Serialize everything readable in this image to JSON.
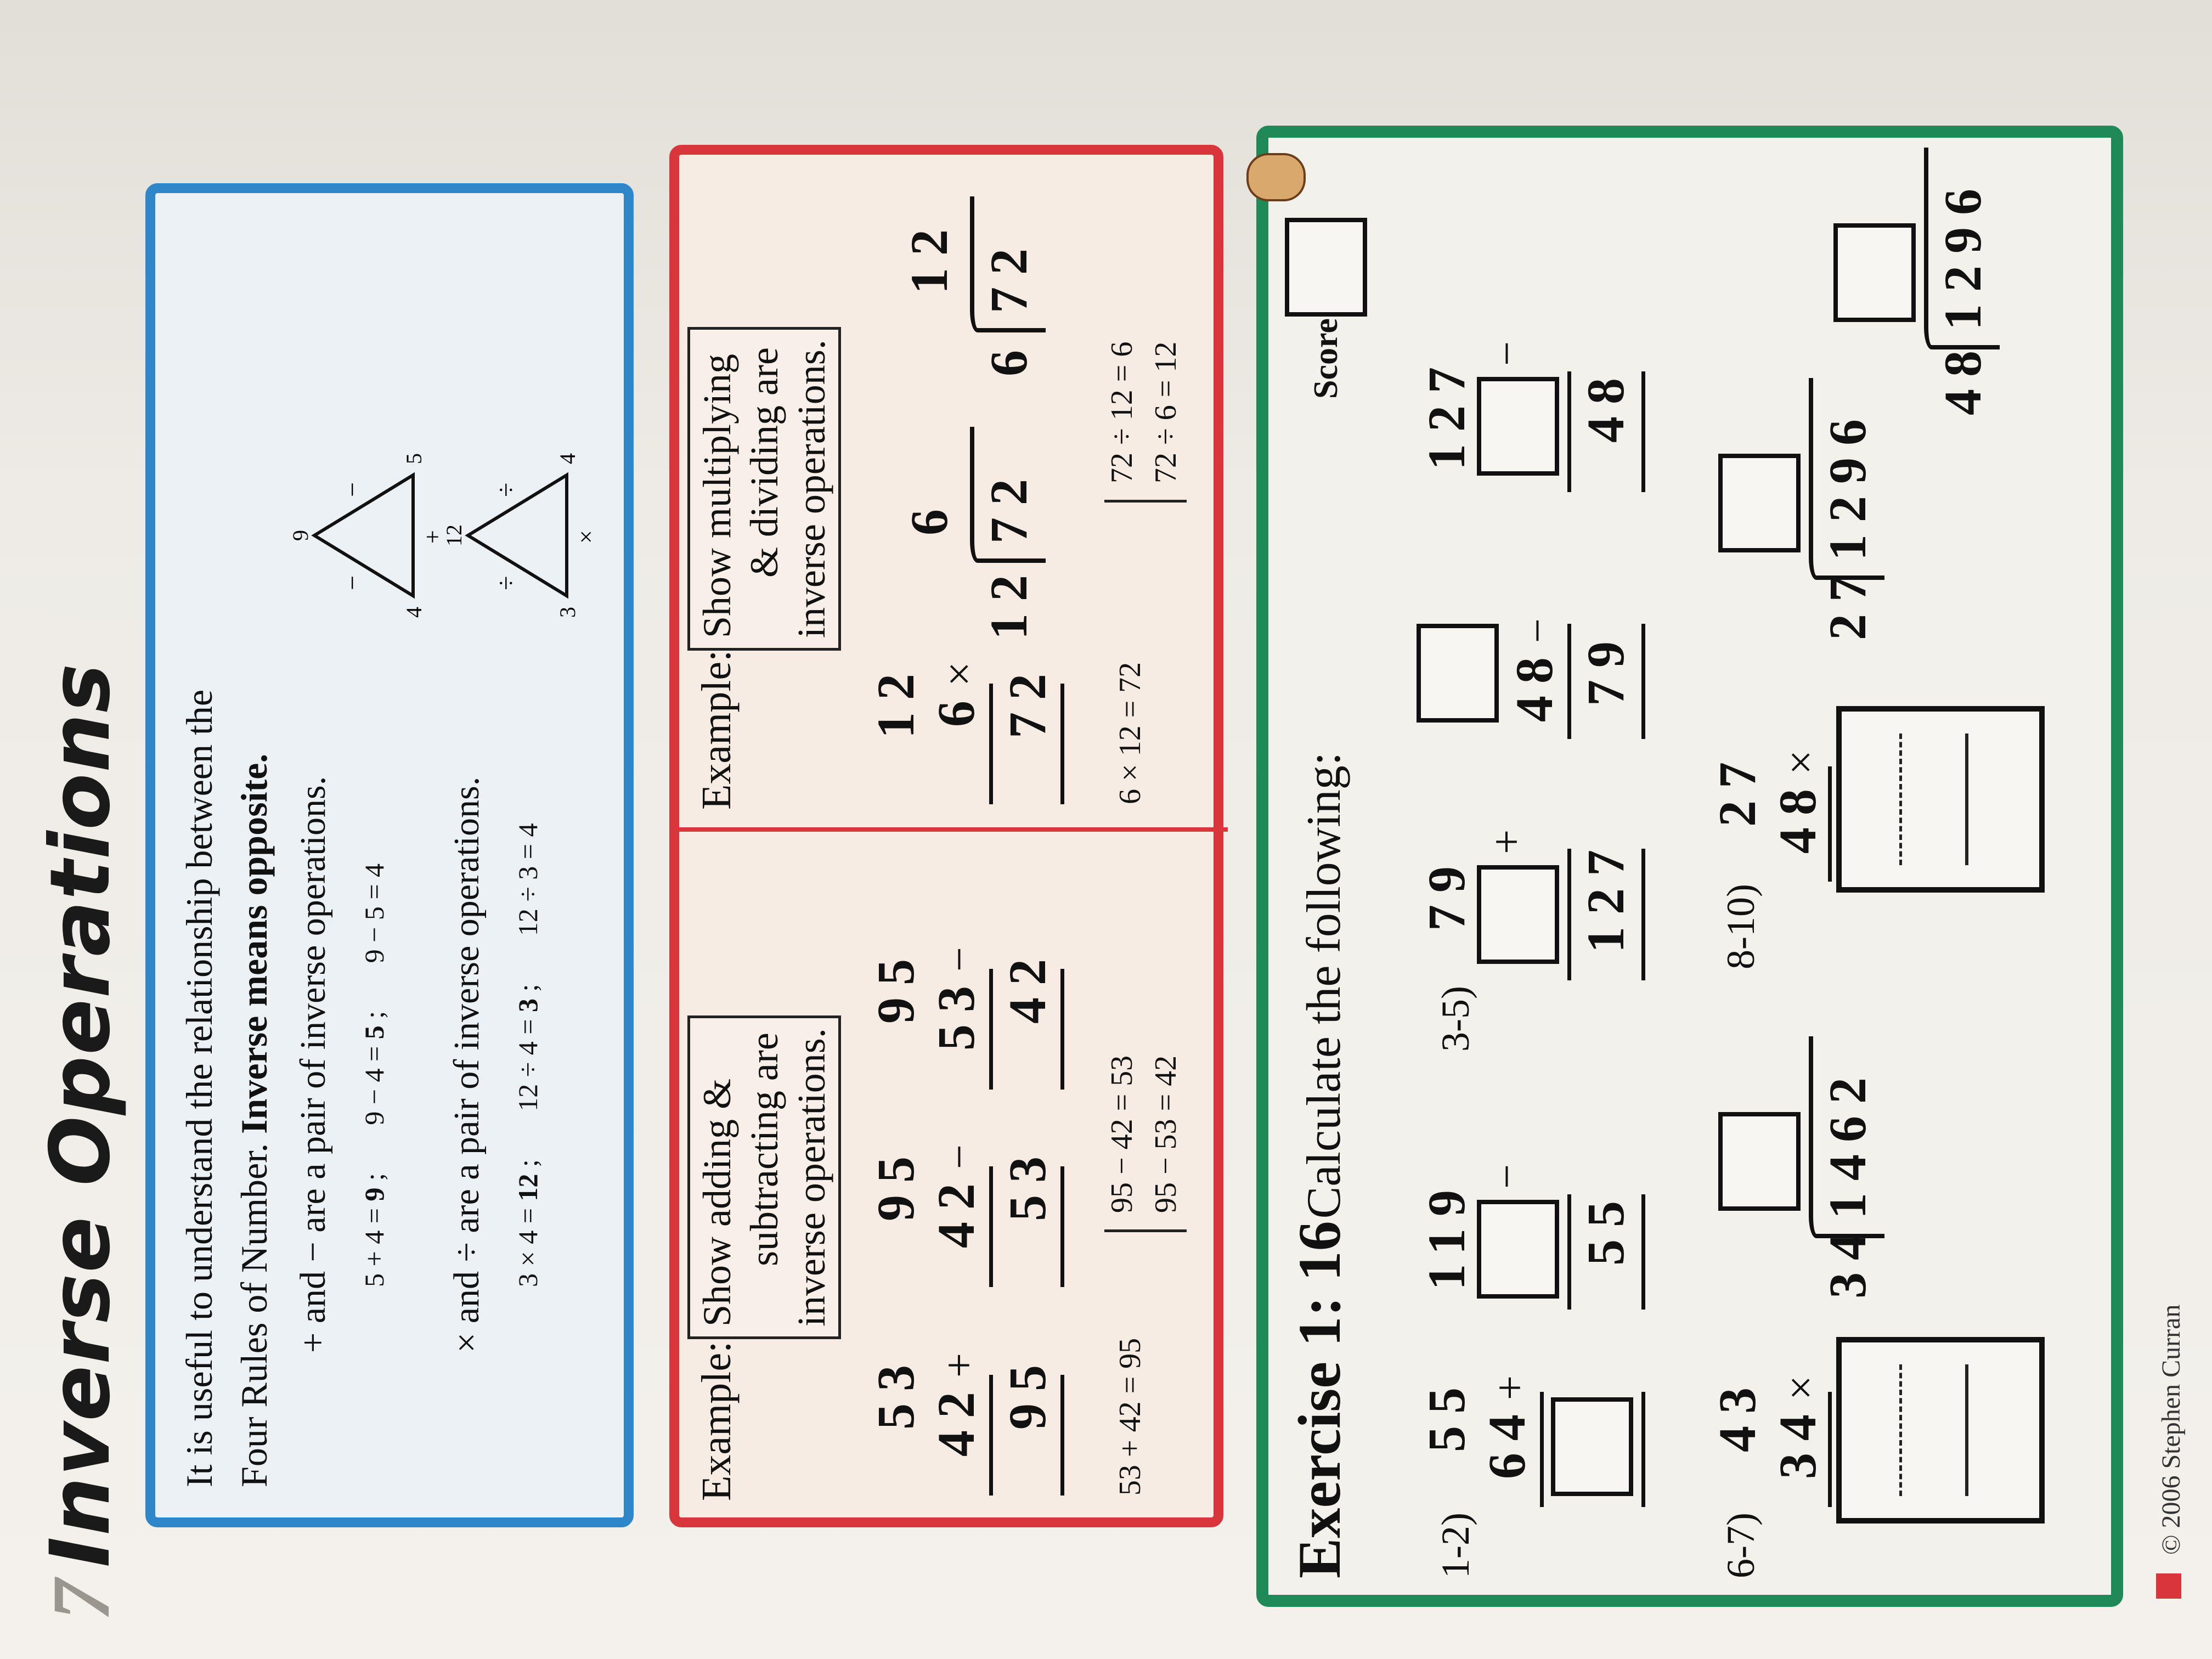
{
  "title": {
    "number": "7",
    "text": "Inverse Operations"
  },
  "intro": {
    "line1": "It is useful to understand the relationship between the",
    "line2_plain": "Four Rules of Number.",
    "line2_bold": "Inverse means opposite."
  },
  "add_sub": {
    "rule": "+ and − are a pair of inverse operations.",
    "eq1_plain": "5 + 4 =",
    "eq1_bold": "9",
    "sep1": ";",
    "eq2_plain": "9 − 4 =",
    "eq2_bold": "5",
    "sep2": ";",
    "eq3": "9 − 5 = 4",
    "triangle": {
      "top": "9",
      "left": "4",
      "right": "5",
      "op_left": "−",
      "op_right": "−",
      "op_base": "+"
    }
  },
  "mul_div": {
    "rule": "× and ÷ are a pair of inverse operations.",
    "eq1_plain": "3 × 4 =",
    "eq1_bold": "12",
    "sep1": ";",
    "eq2_plain": "12 ÷ 4 =",
    "eq2_bold": "3",
    "sep2": ";",
    "eq3": "12 ÷ 3 = 4",
    "triangle": {
      "top": "12",
      "left": "3",
      "right": "4",
      "op_left": "÷",
      "op_right": "÷",
      "op_base": "×"
    }
  },
  "example_add": {
    "label": "Example:",
    "box_lines": [
      "Show adding &",
      "subtracting are",
      "inverse operations."
    ],
    "sum1": {
      "a": "53",
      "b": "42",
      "op": "+",
      "r": "95"
    },
    "sum2": {
      "a": "95",
      "b": "42",
      "op": "−",
      "r": "53"
    },
    "sum3": {
      "a": "95",
      "b": "53",
      "op": "−",
      "r": "42"
    },
    "check1": "53 + 42 = 95",
    "check2": "95 − 42 = 53",
    "check3": "95 − 53 = 42"
  },
  "example_mul": {
    "label": "Example:",
    "box_lines": [
      "Show multiplying",
      "& dividing are",
      "inverse operations."
    ],
    "mul": {
      "a": "12",
      "b": "6",
      "op": "×",
      "r": "72"
    },
    "div1": {
      "q": "6",
      "d": "12",
      "n": "72"
    },
    "div2": {
      "q": "12",
      "d": "6",
      "n": "72"
    },
    "check1": "6 × 12 = 72",
    "check2": "72 ÷ 12 = 6",
    "check3": "72 ÷ 6  = 12"
  },
  "exercise": {
    "head": "Exercise 1: 16",
    "sub": "Calculate the following:",
    "score_label": "Score",
    "q12": {
      "label": "1-2)",
      "a": "55",
      "b": "64",
      "op1": "+",
      "c": "119",
      "d": "55",
      "op2": "−"
    },
    "q35": {
      "label": "3-5)",
      "a": "79",
      "op1": "+",
      "r1": "127",
      "b": "48",
      "op2": "−",
      "r2": "79",
      "c": "127",
      "op3": "−",
      "r3": "48"
    },
    "q67": {
      "label": "6-7)",
      "a": "43",
      "b": "34",
      "op": "×",
      "d": "34",
      "n": "1462"
    },
    "q810": {
      "label": "8-10)",
      "a": "27",
      "b": "48",
      "op": "×",
      "d1": "27",
      "n1": "1296",
      "d2": "48",
      "n2": "1296"
    }
  },
  "footer": "© 2006 Stephen Curran"
}
